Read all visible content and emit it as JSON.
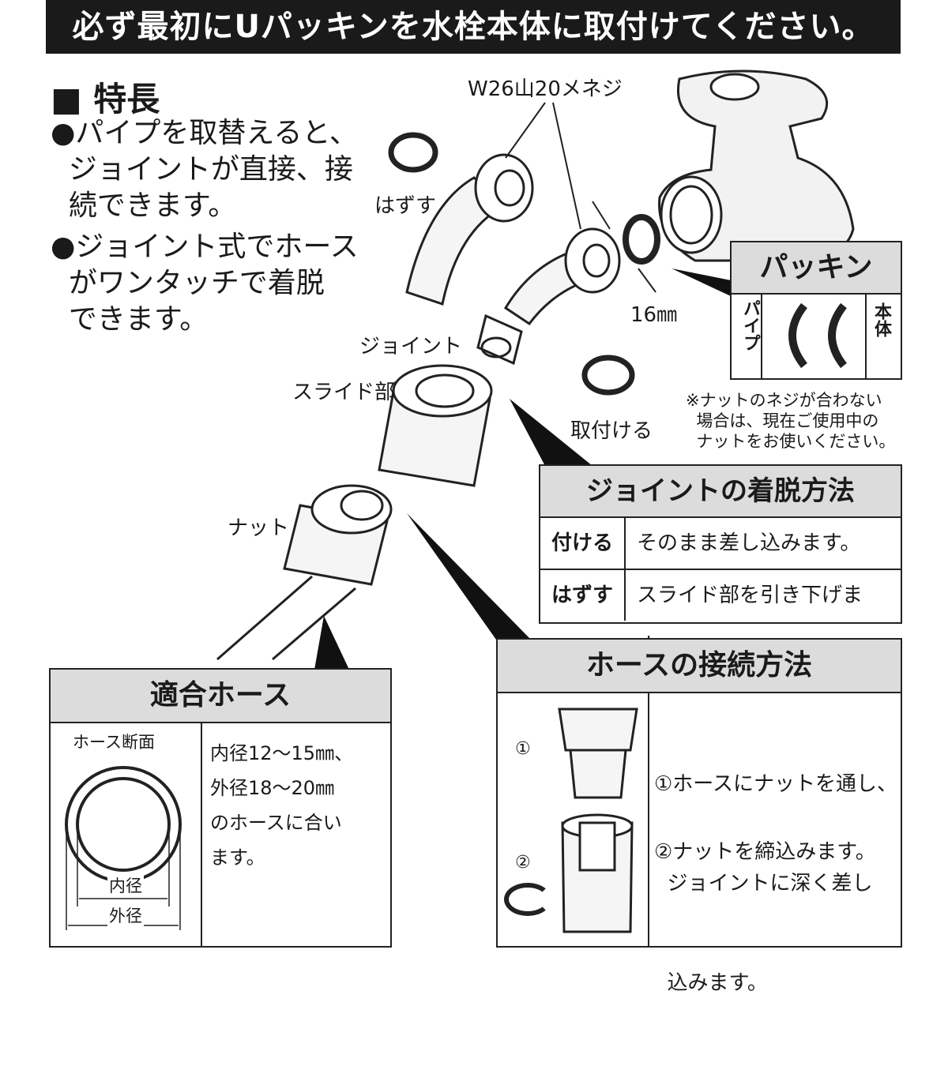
{
  "banner": "必ず最初にUパッキンを水栓本体に取付けてください。",
  "features": {
    "title": "■ 特長",
    "lines": [
      "●パイプを取替えると、",
      "  ジョイントが直接、接",
      "  続できます。",
      "●ジョイント式でホース",
      "  がワンタッチで着脱",
      "  できます。"
    ]
  },
  "labels": {
    "thread": "W26山20メネジ",
    "remove": "はずす",
    "attach": "取付ける",
    "size": "16㎜",
    "joint": "ジョイント",
    "slide": "スライド部",
    "nut": "ナット"
  },
  "packing": {
    "title": "パッキン",
    "left": "パイプ",
    "right": "本体"
  },
  "nut_note": [
    "※ナットのネジが合わない",
    "  場合は、現在ご使用中の",
    "  ナットをお使いください。"
  ],
  "joint_method": {
    "title": "ジョイントの着脱方法",
    "rows": [
      {
        "label": "付ける",
        "text": "そのまま差し込みます。"
      },
      {
        "label": "はずす",
        "text": "スライド部を引き下げます。"
      }
    ]
  },
  "hose_fit": {
    "title": "適合ホース",
    "section_label": "ホース断面",
    "lines": [
      "内径12～15㎜、",
      "外径18～20㎜",
      "のホースに合い",
      "ます。"
    ],
    "inner": "内径",
    "outer": "外径"
  },
  "hose_connect": {
    "title": "ホースの接続方法",
    "step1_lines": [
      "①ホースにナットを通し、",
      "  ジョイントに深く差し",
      "  込みます。"
    ],
    "step2": "②ナットを締込みます。",
    "num1": "①",
    "num2": "②"
  }
}
